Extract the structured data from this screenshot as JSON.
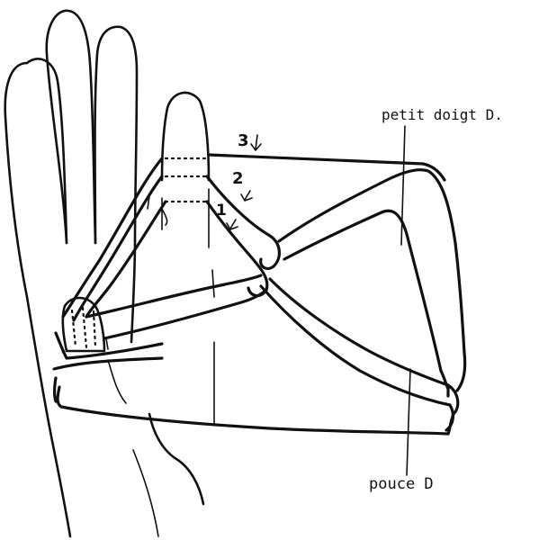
{
  "labels": {
    "little_finger": "petit doigt D.",
    "thumb": "pouce D"
  },
  "strings": {
    "s3": "3",
    "s2": "2",
    "s1": "1"
  },
  "colors": {
    "ink": "#111111",
    "paper": "#ffffff"
  }
}
